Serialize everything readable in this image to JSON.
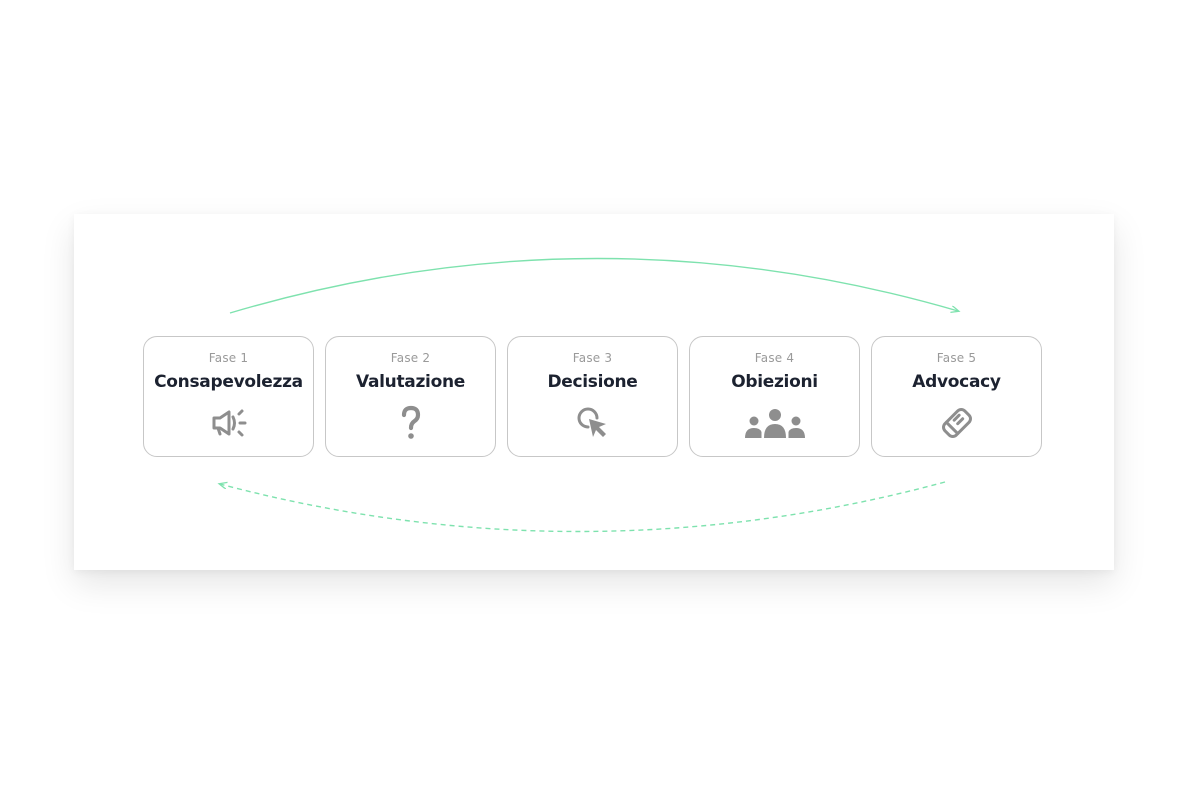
{
  "colors": {
    "accent": "#7ee2ae",
    "card_border": "#c7c7c7",
    "title": "#1c2230",
    "label": "#9a9a9a",
    "icon": "#8e8e8e"
  },
  "phases": [
    {
      "label": "Fase 1",
      "title": "Consapevolezza",
      "icon": "megaphone-icon"
    },
    {
      "label": "Fase 2",
      "title": "Valutazione",
      "icon": "question-mark-icon"
    },
    {
      "label": "Fase 3",
      "title": "Decisione",
      "icon": "cursor-click-icon"
    },
    {
      "label": "Fase 4",
      "title": "Obiezioni",
      "icon": "group-people-icon"
    },
    {
      "label": "Fase 5",
      "title": "Advocacy",
      "icon": "handshake-icon"
    }
  ]
}
